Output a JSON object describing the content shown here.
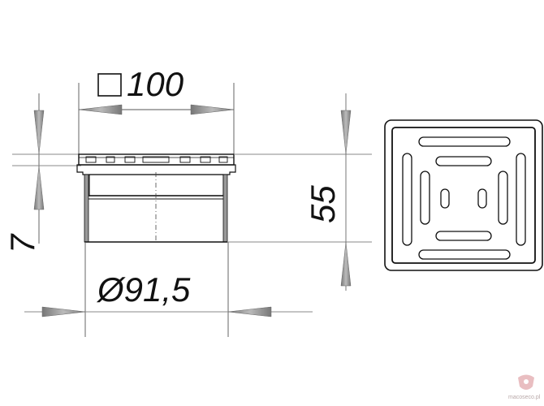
{
  "drawing": {
    "type": "technical drawing — square floor drain",
    "dimensions": {
      "square_size": "□100",
      "square_symbol": "□",
      "square_value": "100",
      "diameter": "Ø91,5",
      "height": "55",
      "grate_thickness": "7"
    },
    "views": [
      "side-section",
      "top-view"
    ]
  },
  "watermark": {
    "text": "macoseco.pl",
    "color": "#c0505a"
  },
  "colors": {
    "line": "#111111",
    "dim_line": "#888888",
    "arrow": "#999999"
  }
}
